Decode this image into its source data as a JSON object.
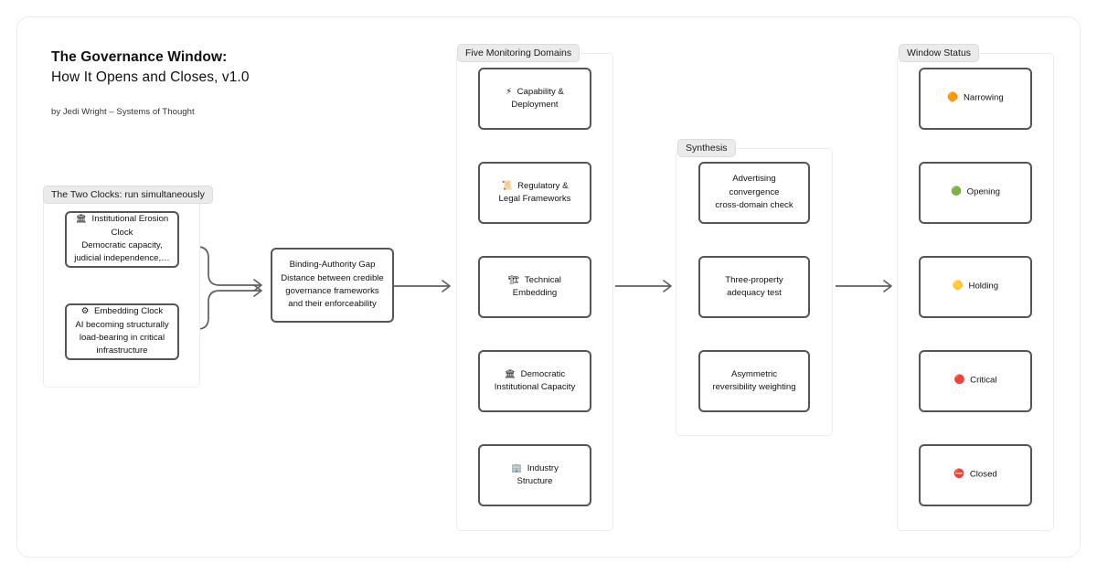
{
  "title": {
    "line1": "The Governance Window:",
    "line2": "How It Opens and Closes, v1.0",
    "byline": "by Jedi Wright – Systems of Thought"
  },
  "panels": {
    "clocks": {
      "label": "The Two Clocks: run simultaneously"
    },
    "domains": {
      "label": "Five Monitoring Domains"
    },
    "synthesis": {
      "label": "Synthesis"
    },
    "status": {
      "label": "Window Status"
    }
  },
  "clocks": {
    "nodes": [
      {
        "icon": "🏛",
        "icon_name": "classical-building-icon",
        "line1": "Institutional Erosion",
        "line2": "Clock",
        "line3": "Democratic capacity,",
        "line4": "judicial independence,…"
      },
      {
        "icon": "⚙",
        "icon_name": "gear-icon",
        "line1": "Embedding Clock",
        "line2": "AI becoming structurally",
        "line3": "load-bearing in critical",
        "line4": "infrastructure"
      }
    ]
  },
  "gap_node": {
    "line1": "Binding-Authority Gap",
    "line2": "Distance between credible",
    "line3": "governance frameworks",
    "line4": "and their enforceability"
  },
  "domains": {
    "nodes": [
      {
        "icon": "⚡",
        "icon_name": "lightning-bolt-icon",
        "line1": "Capability &",
        "line2": "Deployment"
      },
      {
        "icon": "📜",
        "icon_name": "scroll-icon",
        "line1": "Regulatory &",
        "line2": "Legal Frameworks"
      },
      {
        "icon": "🏗",
        "icon_name": "construction-crane-icon",
        "line1": "Technical",
        "line2": "Embedding"
      },
      {
        "icon": "🏛",
        "icon_name": "classical-building-icon",
        "line1": "Democratic",
        "line2": "Institutional Capacity"
      },
      {
        "icon": "🏢",
        "icon_name": "office-building-icon",
        "line1": "Industry",
        "line2": "Structure"
      }
    ]
  },
  "synthesis": {
    "nodes": [
      {
        "line1": "Advertising convergence",
        "line2": "cross-domain check"
      },
      {
        "line1": "Three-property",
        "line2": "adequacy test"
      },
      {
        "line1": "Asymmetric",
        "line2": "reversibility weighting"
      }
    ]
  },
  "status": {
    "nodes": [
      {
        "label": "Narrowing",
        "color": "#F5A623",
        "dot": "🟠"
      },
      {
        "label": "Opening",
        "color": "#5CB53C",
        "dot": "🟢"
      },
      {
        "label": "Holding",
        "color": "#F7C631",
        "dot": "🟡"
      },
      {
        "label": "Critical",
        "color": "#EE3B2C",
        "dot": "🔴"
      },
      {
        "label": "Closed",
        "color": "#E8453C",
        "dot": "⛔"
      }
    ]
  }
}
